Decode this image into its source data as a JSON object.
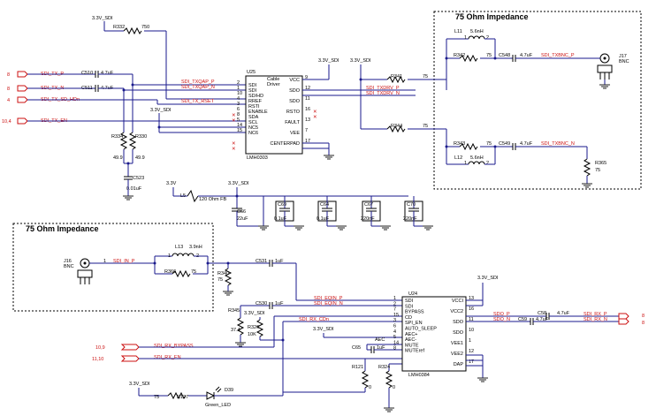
{
  "regions": {
    "tx_impedance": "75 Ohm Impedance",
    "rx_impedance": "75 Ohm Impedance"
  },
  "power": {
    "v33_top": "3.3V_SDI",
    "v33_u25": "3.3V_SDI",
    "v33_tx": "3.3V_SDI",
    "v33_ind": "3.3V",
    "v33_l5": "3.3V_SDI",
    "v33_rx1": "3.3V_SDI",
    "v33_rx2": "3.3V_SDI",
    "v33_rx3": "3.3V_SDI",
    "v33_led": "3.3V_SDI",
    "v33_u24": "3.3V_SDI"
  },
  "connectors": {
    "j17_ref": "J17",
    "j17_type": "BNC",
    "j16_ref": "J16",
    "j16_type": "BNC"
  },
  "u25": {
    "ref": "U25",
    "name1": "Cable",
    "name2": "Driver",
    "part": "LMH0303",
    "pins_left": [
      {
        "num": "2",
        "name": "SDI"
      },
      {
        "num": "1",
        "name": "SDI"
      },
      {
        "num": "10",
        "name": "SD/HD"
      },
      {
        "num": "4",
        "name": "RREF"
      },
      {
        "num": "3",
        "name": "RSTI"
      },
      {
        "num": "6",
        "name": "ENABLE"
      },
      {
        "num": "8",
        "name": "SDA"
      },
      {
        "num": "5",
        "name": "SCL"
      },
      {
        "num": "14",
        "name": "NC5"
      },
      {
        "num": "15",
        "name": "NC6"
      }
    ],
    "pins_right": [
      {
        "num": "9",
        "name": "VCC"
      },
      {
        "num": "12",
        "name": "SDO"
      },
      {
        "num": "11",
        "name": "SDO"
      },
      {
        "num": "16",
        "name": "RSTO"
      },
      {
        "num": "13",
        "name": "FAULT"
      },
      {
        "num": "7",
        "name": "VEE"
      },
      {
        "num": "17",
        "name": "CENTERPAD"
      }
    ]
  },
  "u24": {
    "ref": "U24",
    "part": "LMH0384",
    "pins_left": [
      {
        "num": "1",
        "name": "SDI"
      },
      {
        "num": "2",
        "name": "SDI"
      },
      {
        "num": "7",
        "name": "BYPASS"
      },
      {
        "num": "15",
        "name": "CD"
      },
      {
        "num": "3",
        "name": "SPI_EN"
      },
      {
        "num": "6",
        "name": "AUTO_SLEEP"
      },
      {
        "num": "4",
        "name": "AEC+"
      },
      {
        "num": "5",
        "name": "AEC-"
      },
      {
        "num": "14",
        "name": "MUTE"
      },
      {
        "num": "8",
        "name": "MUTEref"
      }
    ],
    "pins_right": [
      {
        "num": "13",
        "name": "VCCI"
      },
      {
        "num": "16",
        "name": "VCC2"
      },
      {
        "num": "11",
        "name": "SDO"
      },
      {
        "num": "10",
        "name": "SDO"
      },
      {
        "num": "1",
        "name": "VEE1"
      },
      {
        "num": "12",
        "name": "VEE2"
      },
      {
        "num": "17",
        "name": "DAP"
      }
    ]
  },
  "nets": {
    "sdi_tx_p": "SDI_TX_P",
    "sdi_tx_n": "SDI_TX_N",
    "sdi_tx_sd": "SDI_TX_SD_HDn",
    "sdi_tx_en": "SDI_TX_EN",
    "sdi_txqap_p": "SDI_TXQAP_P",
    "sdi_txqap_n": "SDI_TXQAP_N",
    "sdi_tx_rst": "SDI_TX_RSET",
    "sdi_txdrv_p": "SDI_TXDRV_P",
    "sdi_txdrv_n": "SDI_TXDRV_N",
    "sdi_txbnc_p": "SDI_TXBNC_P",
    "sdi_txbnc_n": "SDI_TXBNC_N",
    "sdi_in_p": "SDI_IN_P",
    "sdi_eqin_p": "SDI_EQIN_P",
    "sdi_eqin_n": "SDI_EQIN_N",
    "sdi_rx_cd": "SDI_RX_CDn",
    "sdi_rx_bypass": "SDI_RX_BYPASS",
    "sdi_rx_en": "SDI_RX_EN",
    "sdo_p": "SDO_P",
    "sdo_n": "SDO_N",
    "sdi_rx_p": "SDI_RX_P",
    "sdi_rx_n": "SDI_RX_N"
  },
  "pin_labels": {
    "tx_p": "8",
    "tx_n": "8",
    "tx_sd": "4",
    "tx_en": "10,4",
    "rx_p": "8",
    "rx_n": "8",
    "rx_bypass": "10,9",
    "rx_en": "11,10"
  },
  "parts": {
    "r332": "R332",
    "r332v": "750",
    "c510": "C510",
    "c510v": "4.7uF",
    "c511": "C511",
    "c511v": "4.7uF",
    "r334": "R334",
    "r334v": "49.9",
    "r330": "R330",
    "r330v": "49.9",
    "c523": "C523",
    "c523v": "0.01uF",
    "r341": "R341",
    "r341v": "75",
    "r344": "R344",
    "r344v": "75",
    "l11": "L11",
    "l11v": "5.6nH",
    "l12": "L12",
    "l12v": "5.6nH",
    "r342": "R342",
    "r342v": "75",
    "r343": "R343",
    "r343v": "75",
    "c548": "C548",
    "c548v": "4.7uF",
    "c549": "C549",
    "c549v": "4.7uF",
    "r365": "R365",
    "r365v": "75",
    "l5": "L5",
    "l5v": "120 Ohm FB",
    "c66": "C66",
    "c66v": "22uF",
    "c69": "C69",
    "c69v": "0.1uF",
    "c64": "C64",
    "c64v": "0.1uF",
    "c67": "C67",
    "c67v": "220nF",
    "c70": "C70",
    "c70v": "220nF",
    "l13": "L13",
    "l13v": "3.9nH",
    "r366": "R366",
    "r366v": "75",
    "r340": "R340",
    "r340v": "75",
    "c531": "C531",
    "c531v": "1uF",
    "c530": "C530",
    "c530v": "1uF",
    "r345": "R345",
    "r345v": "37.4",
    "r326": "R326",
    "r326v": "10K",
    "c65": "C65",
    "c65v": "1uF",
    "aec": "AEC",
    "c59": "C59",
    "c59v": "4.7uF",
    "c58": "C58",
    "c58v": "4.7uF",
    "r121": "R121",
    "r121v": "0",
    "r324": "R324",
    "r324v": "0",
    "r127": "R127",
    "r127v": "75",
    "d39": "D39",
    "d39v": "Green_LED"
  }
}
